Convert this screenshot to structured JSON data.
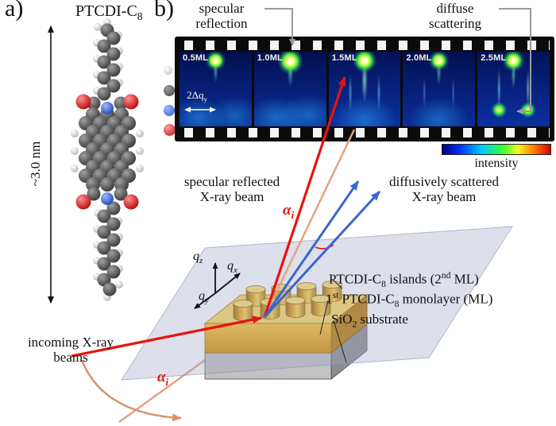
{
  "panel_a": {
    "label": "a)",
    "molecule_title": {
      "main": "PTCDI-C",
      "sub": "8"
    },
    "height_label": "~3.0 nm",
    "legend_items": [
      {
        "symbol": "H",
        "color": "#d8d8d8"
      },
      {
        "symbol": "C",
        "color": "#3f3f3f"
      },
      {
        "symbol": "N",
        "color": "#2a55c8"
      },
      {
        "symbol": "O",
        "color": "#c00d0d"
      }
    ]
  },
  "panel_b": {
    "label": "b)",
    "film_annotations": {
      "specular": "specular reflection",
      "diffuse": "diffuse scattering"
    },
    "film": {
      "frames": [
        {
          "label": "0.5ML"
        },
        {
          "label": "1.0ML"
        },
        {
          "label": "1.5ML"
        },
        {
          "label": "2.0ML"
        },
        {
          "label": "2.5ML"
        }
      ],
      "q_width_label": {
        "main": "2Δq",
        "sub": "y"
      }
    },
    "colorbar": {
      "label": "intensity",
      "gradient": [
        "#00007f",
        "#0030ff",
        "#00c8ff",
        "#28ff3c",
        "#f6f61e",
        "#ff8000",
        "#de0000"
      ]
    },
    "beam_labels": {
      "specular": "specular reflected X-ray beam",
      "diffuse": "diffusively scattered X-ray beam",
      "incoming": "incoming X-ray beams"
    },
    "incident_angle": {
      "main": "α",
      "sub": "i"
    },
    "axes": {
      "qz": {
        "main": "q",
        "sub": "z"
      },
      "qx": {
        "main": "q",
        "sub": "x"
      },
      "qy": {
        "main": "q",
        "sub": "y"
      }
    },
    "sample_labels": {
      "islands": {
        "p1": "PTCDI-C",
        "p2": "8",
        "p3": " islands (2",
        "p4": "nd",
        "p5": " ML)"
      },
      "monolayer": {
        "p1": "1",
        "p2": "st",
        "p3": " PTCDI-C",
        "p4": "8",
        "p5": " monolayer (ML)"
      },
      "substrate": {
        "p1": "SiO",
        "p2": "2",
        "p3": " substrate"
      }
    },
    "colors": {
      "incident_beam": "#e8130c",
      "diffuse_beam": "#3a66cc",
      "scattering_plane": "#9fa3c6",
      "island_gold": "#f3b21a",
      "substrate_gray": "#c2c2c2"
    }
  }
}
